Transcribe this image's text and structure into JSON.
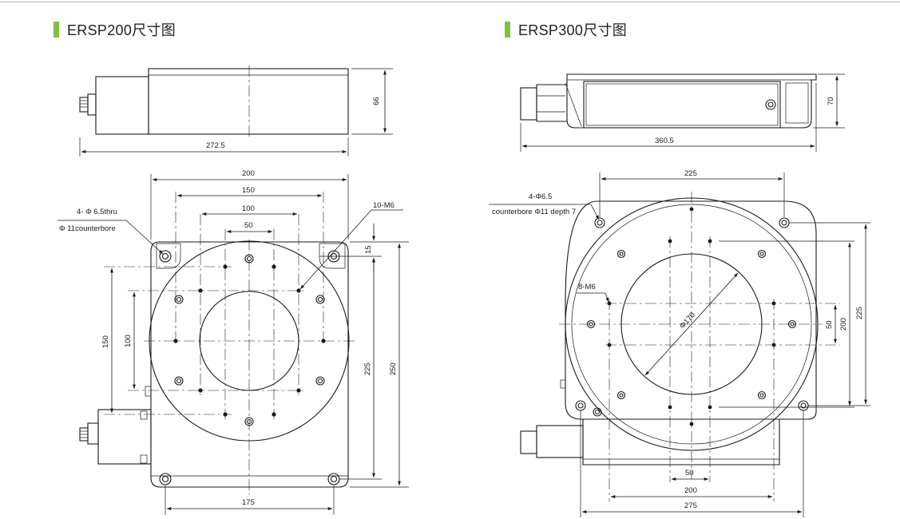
{
  "headings": {
    "left": "ERSP200尺寸图",
    "right": "ERSP300尺寸图"
  },
  "colors": {
    "accent": "#7cc242",
    "line": "#1a1a1a"
  },
  "ersp200": {
    "side": {
      "length": "272.5",
      "height": "66"
    },
    "top": {
      "w200": "200",
      "w150": "150",
      "w100": "100",
      "w50": "50",
      "h15": "15",
      "h225": "225",
      "h250": "250",
      "v150": "150",
      "v100": "100",
      "b175": "175",
      "note1": "4- Φ 6.5thru",
      "note2": "Φ 11counterbore",
      "note3": "10-M6"
    }
  },
  "ersp300": {
    "side": {
      "length": "360.5",
      "height": "70"
    },
    "top": {
      "w225": "225",
      "note1": "4-Φ6.5",
      "note2": "counterbore Φ11 depth 7",
      "note3": "8-M6",
      "dia": "Φ170",
      "v50": "50",
      "v200": "200",
      "v225": "225",
      "b50": "50",
      "b200": "200",
      "b275": "275"
    }
  }
}
